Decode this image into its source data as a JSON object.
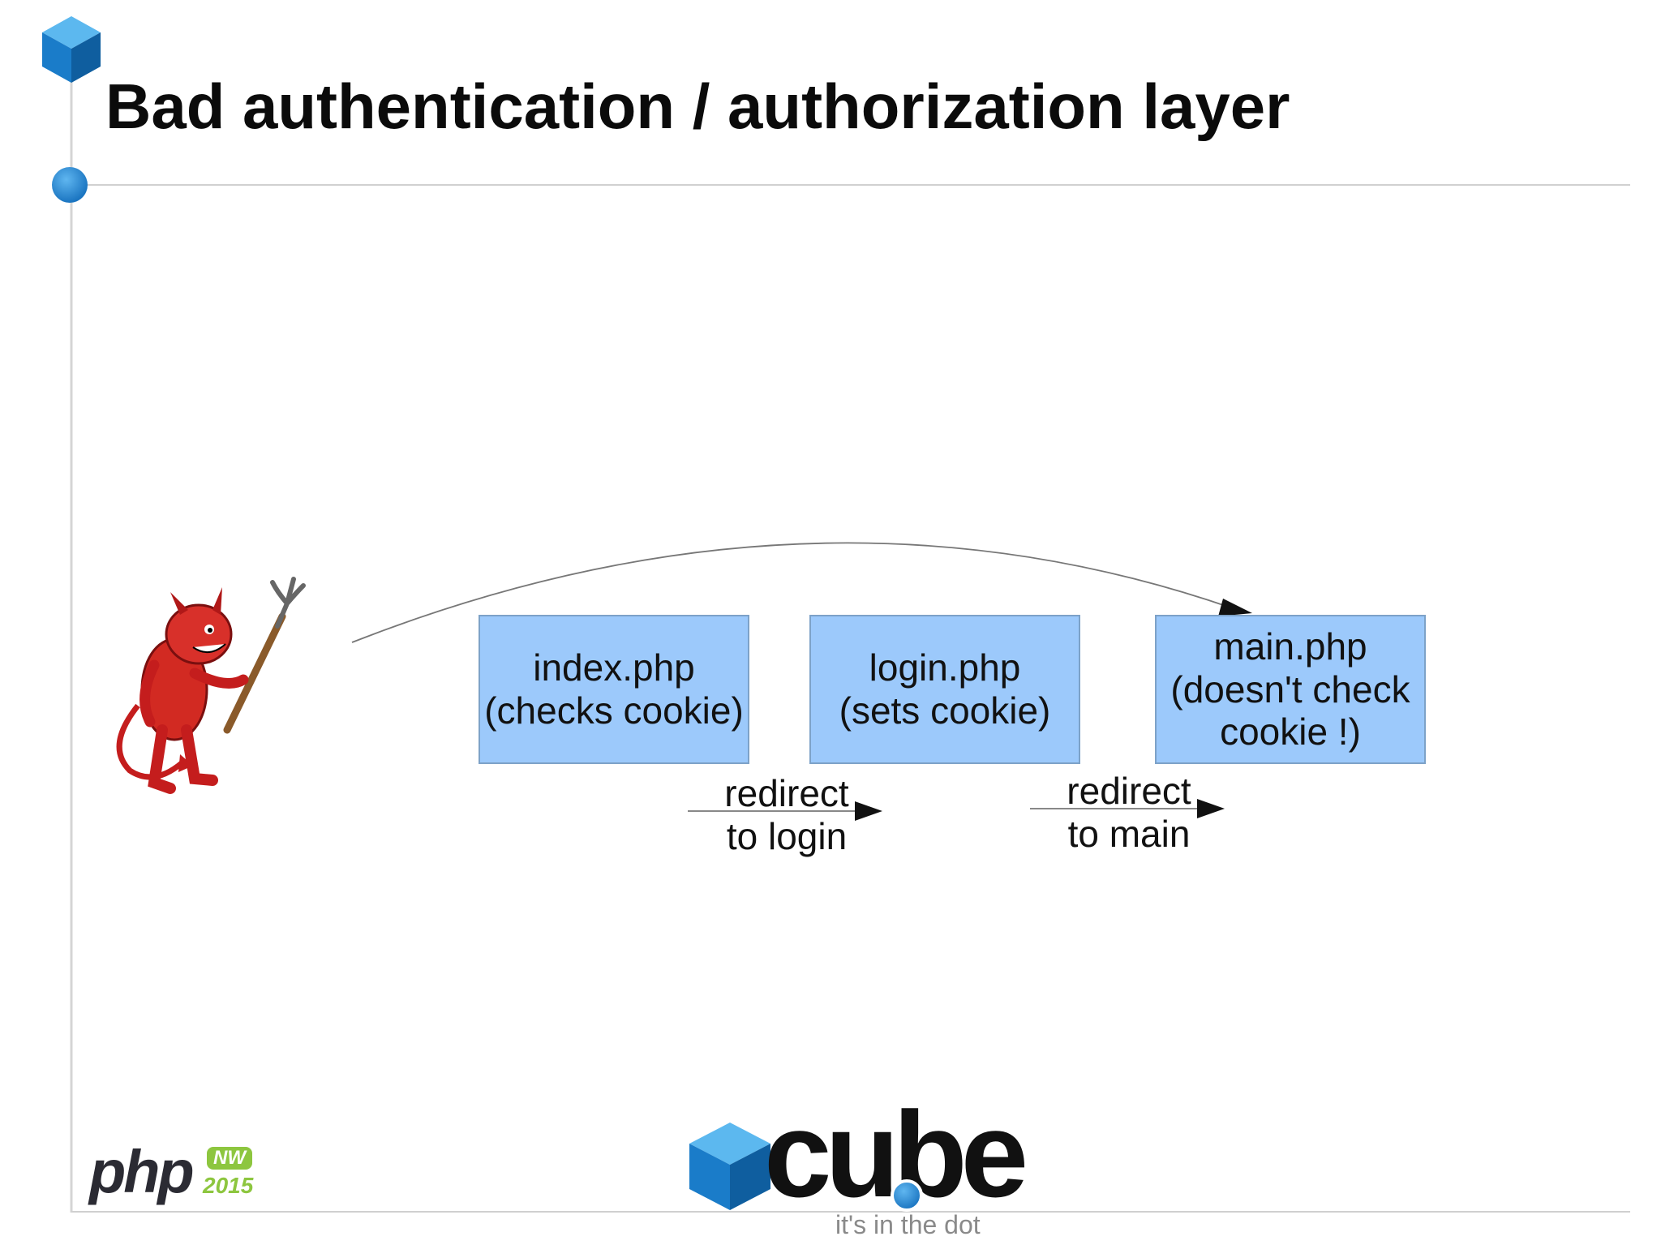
{
  "title": "Bad authentication / authorization layer",
  "boxes": [
    {
      "lines": [
        "index.php",
        "(checks cookie)"
      ]
    },
    {
      "lines": [
        "login.php",
        "(sets cookie)"
      ]
    },
    {
      "lines": [
        "main.php",
        "(doesn't check",
        "cookie !)"
      ]
    }
  ],
  "redirects": [
    {
      "lines": [
        "redirect",
        "to login"
      ]
    },
    {
      "lines": [
        "redirect",
        "to main"
      ]
    }
  ],
  "footer": {
    "php_logo": "php",
    "php_badge": "NW",
    "php_year": "2015",
    "cube_logo": "cube",
    "cube_tagline": "it's in the dot"
  },
  "colors": {
    "accent_blue": "#2a8fd8",
    "box_fill": "#9cc9fb",
    "php_green": "#8dc63f"
  },
  "icons": [
    "cube-icon",
    "dot-icon",
    "devil-icon"
  ]
}
